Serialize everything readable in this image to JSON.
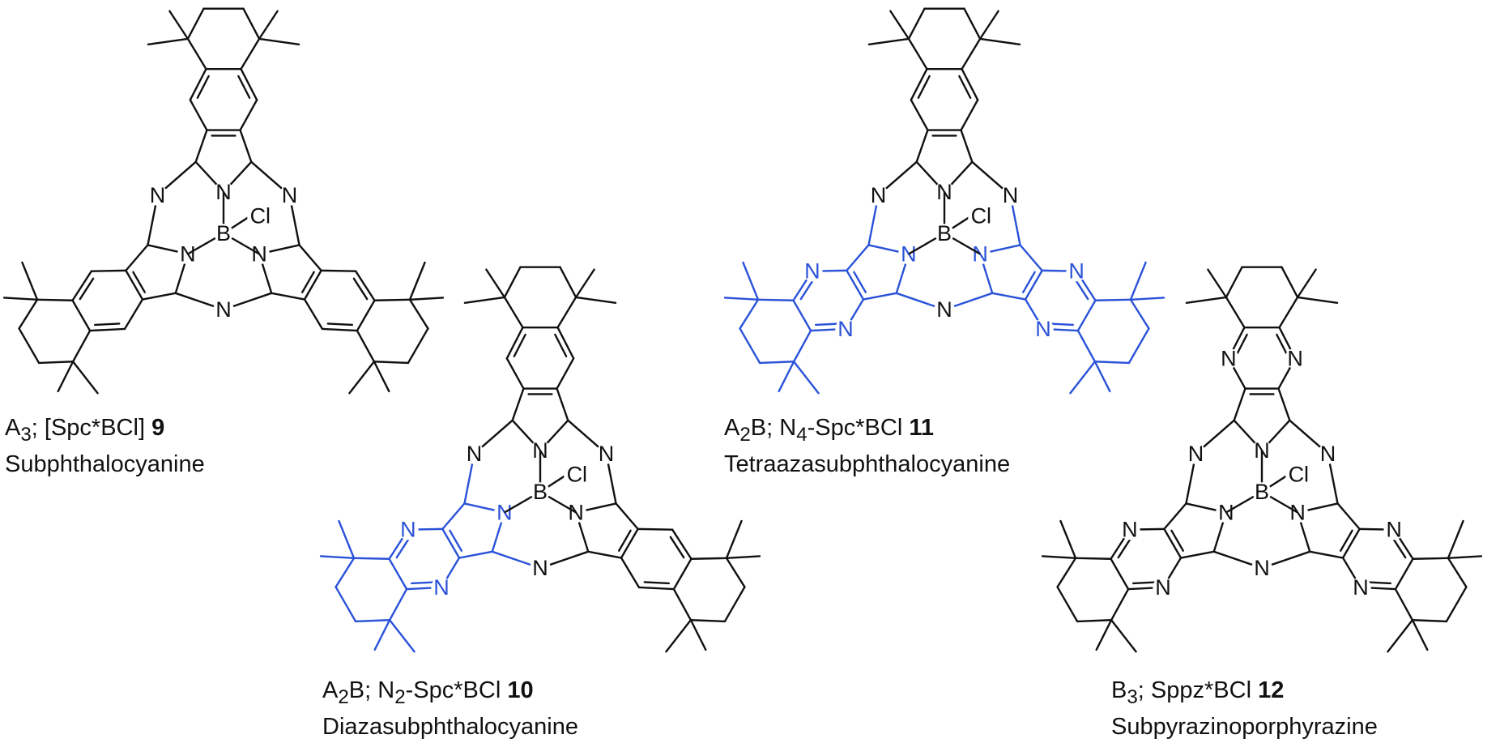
{
  "colors": {
    "black": "#111111",
    "blue": "#2a52d8"
  },
  "atom_labels": {
    "nitrogen": "N",
    "boron": "B",
    "chlorine": "Cl"
  },
  "compounds": [
    {
      "id": "c9",
      "caption_prefix": "A",
      "caption_sub1": "3",
      "caption_mid": "; [Spc*BCl] ",
      "caption_sub2": "",
      "caption_rest": "",
      "number": "9",
      "name": "Subphthalocyanine",
      "arms": [
        "benzo",
        "benzo",
        "benzo"
      ],
      "arm_colors": [
        "black",
        "black",
        "black"
      ]
    },
    {
      "id": "c10",
      "caption_prefix": "A",
      "caption_sub1": "2",
      "caption_mid": "B; N",
      "caption_sub2": "2",
      "caption_rest": "-Spc*BCl ",
      "number": "10",
      "name": "Diazasubphthalocyanine",
      "arms": [
        "benzo",
        "benzo",
        "pyrazino"
      ],
      "arm_colors": [
        "black",
        "black",
        "blue"
      ]
    },
    {
      "id": "c11",
      "caption_prefix": "A",
      "caption_sub1": "2",
      "caption_mid": "B; N",
      "caption_sub2": "4",
      "caption_rest": "-Spc*BCl ",
      "number": "11",
      "name": "Tetraazasubphthalocyanine",
      "arms": [
        "benzo",
        "pyrazino",
        "pyrazino"
      ],
      "arm_colors": [
        "black",
        "blue",
        "blue"
      ]
    },
    {
      "id": "c12",
      "caption_prefix": "B",
      "caption_sub1": "3",
      "caption_mid": "; Sppz*BCl ",
      "caption_sub2": "",
      "caption_rest": "",
      "number": "12",
      "name": "Subpyrazinoporphyrazine",
      "arms": [
        "pyrazino",
        "pyrazino",
        "pyrazino"
      ],
      "arm_colors": [
        "black",
        "black",
        "black"
      ]
    }
  ]
}
